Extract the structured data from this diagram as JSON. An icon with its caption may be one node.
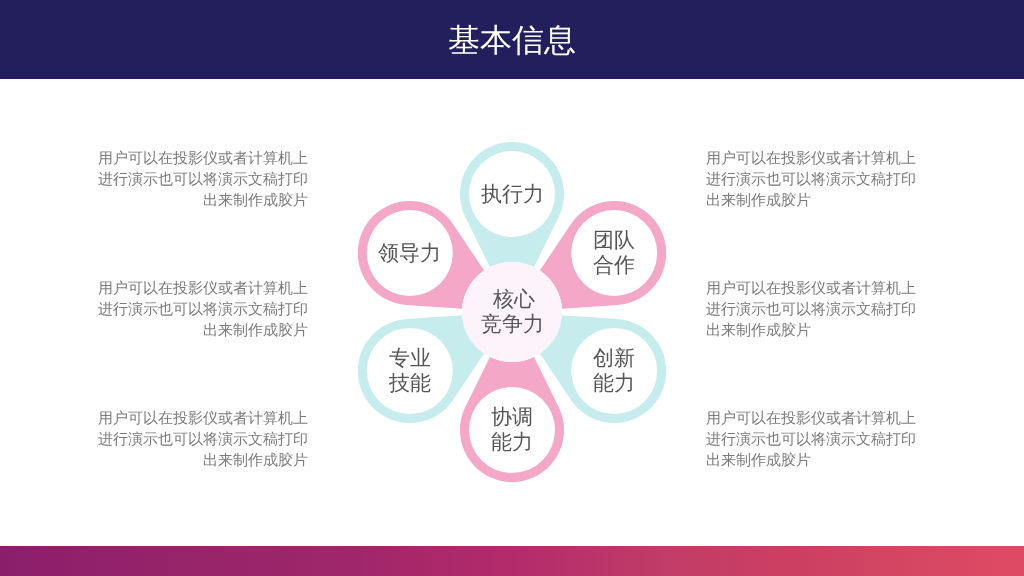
{
  "diagram": {
    "title": "基本信息",
    "nodes": [
      {
        "text": [
          "执行力"
        ]
      },
      {
        "text": [
          "领导力"
        ]
      },
      {
        "text": [
          "团队合作"
        ]
      },
      {
        "text": [
          "核心竞争力"
        ]
      },
      {
        "text": [
          "专业技能"
        ]
      },
      {
        "text": [
          "创新能力"
        ]
      },
      {
        "text": [
          "协调能力"
        ]
      }
    ],
    "labels": [
      "用户可以在投影仪或者计算机上进行演示也可以将演示文稿打印出来制作成胶片",
      "用户可以在投影仪或者计算机上进行演示也可以将演示文稿打印出来制作成胶片",
      "用户可以在投影仪或者计算机上进行演示也可以将演示文稿打印出来制作成胶片",
      "用户可以在投影仪或者计算机上进行演示也可以将演示文稿打印出来制作成胶片",
      "用户可以在投影仪或者计算机上进行演示也可以将演示文稿打印出来制作成胶片",
      "用户可以在投影仪或者计算机上进行演示也可以将演示文稿打印出来制作成胶片"
    ]
  }
}
